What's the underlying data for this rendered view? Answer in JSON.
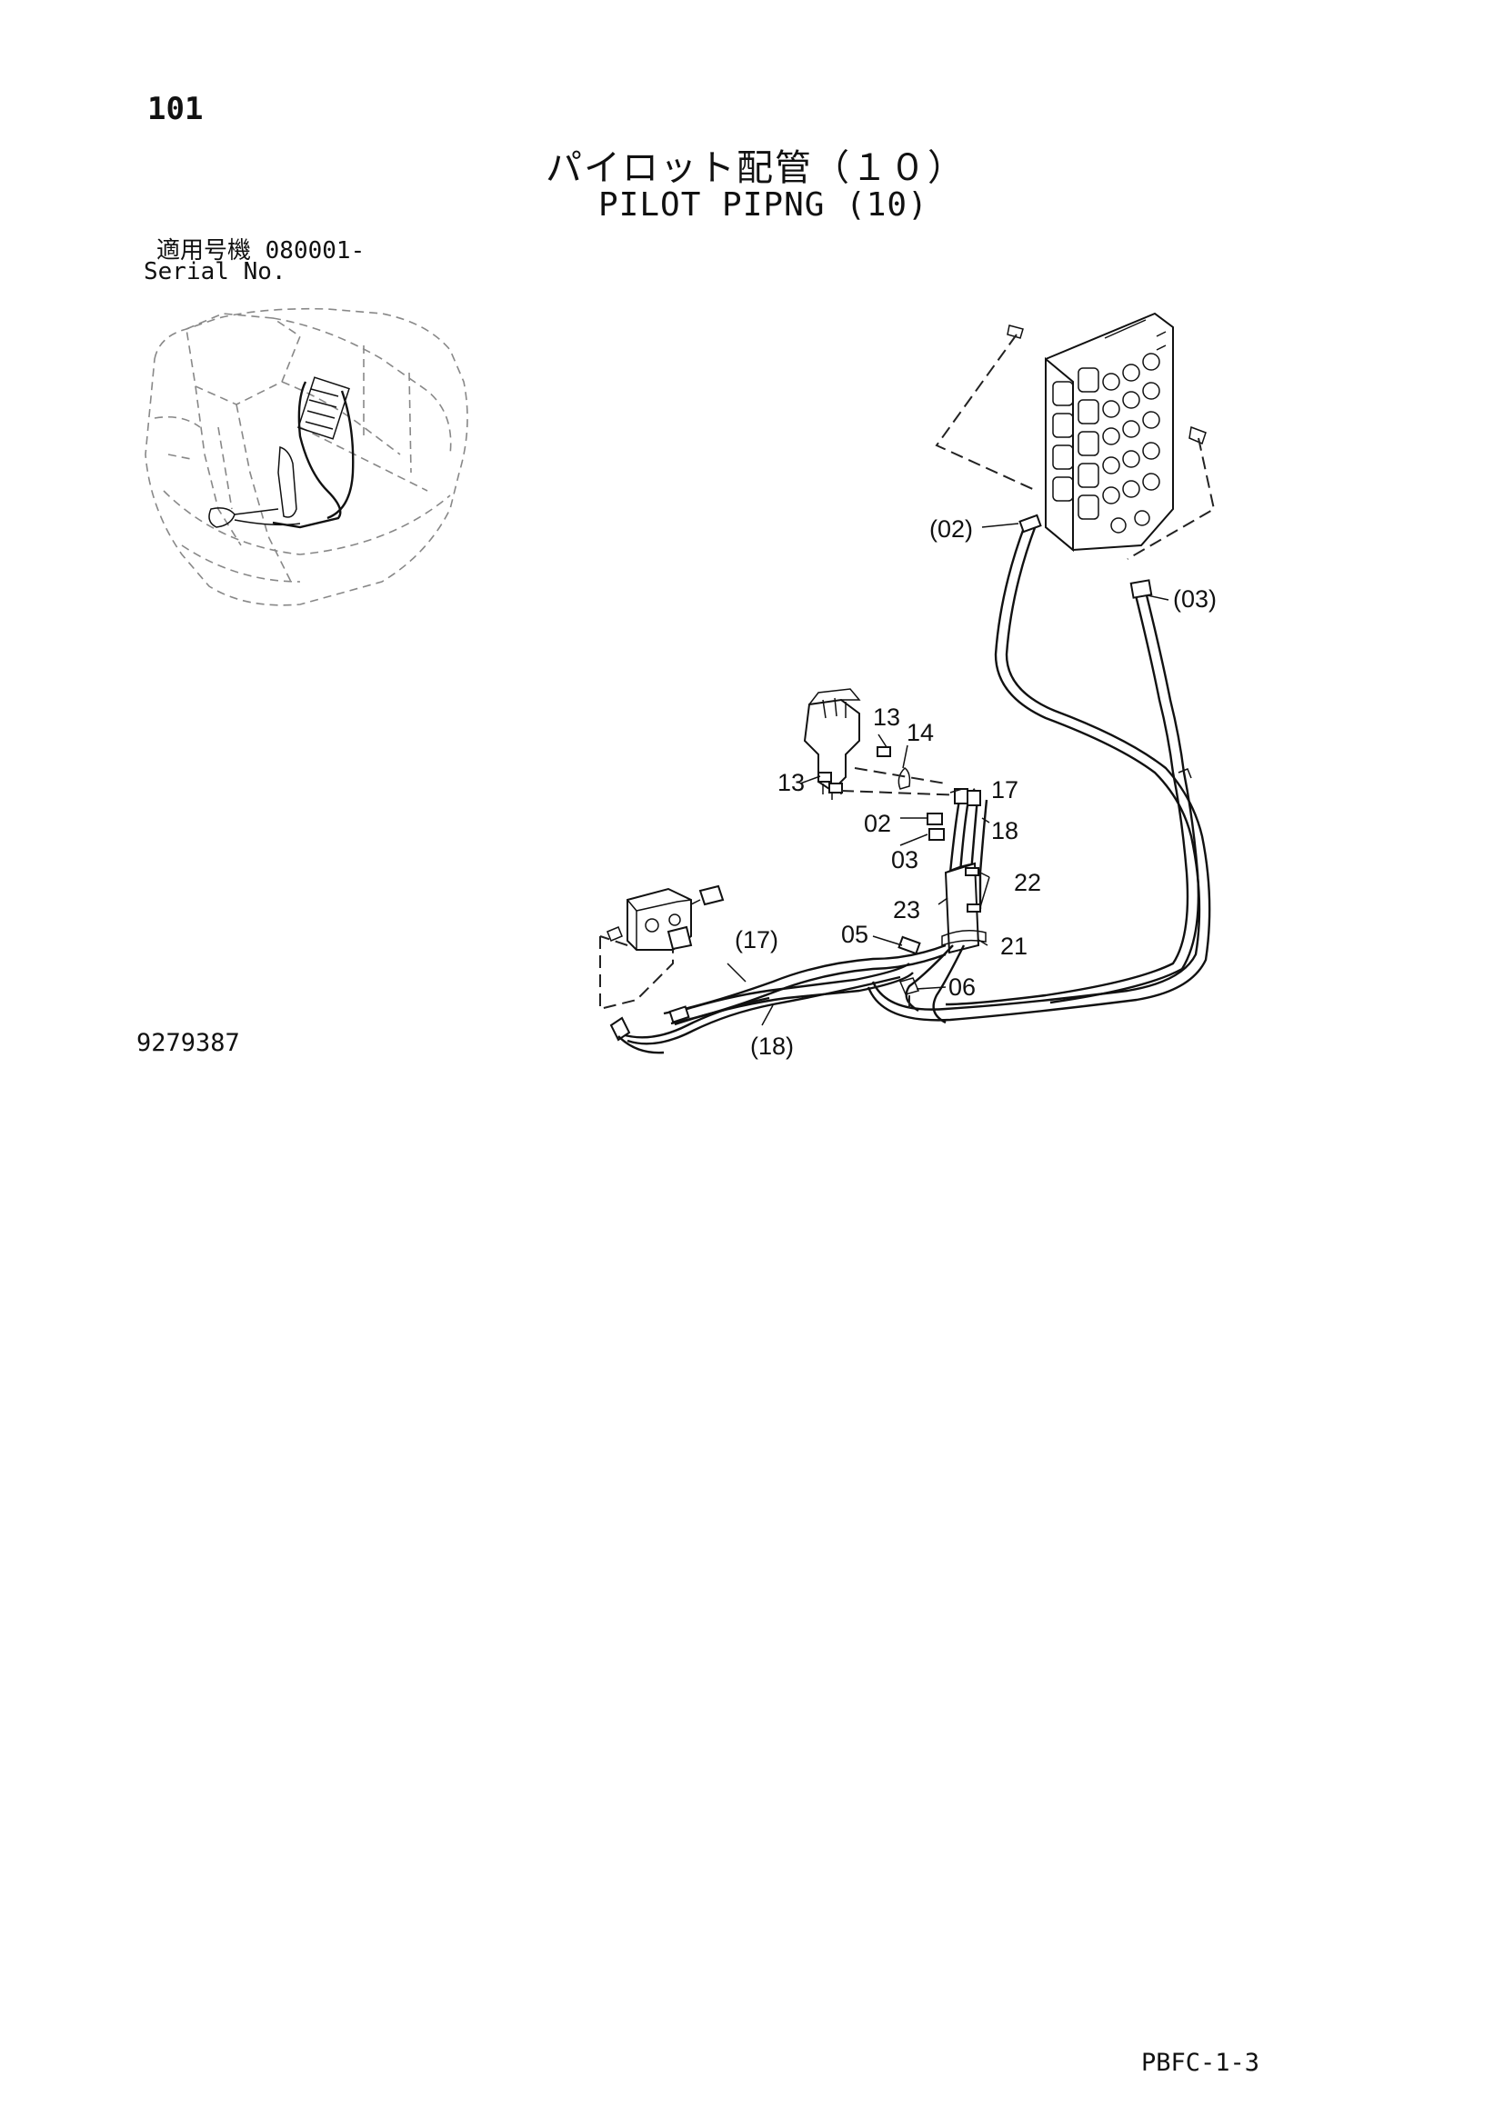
{
  "page": {
    "page_number": "101",
    "title_jp": "パイロット配管（１０）",
    "title_en": "PILOT PIPNG (10)",
    "serial_jp": "適用号機  080001-",
    "serial_en": "Serial No.",
    "drawing_number": "9279387",
    "sheet_code": "PBFC-1-3"
  },
  "callouts": [
    {
      "id": "c02p",
      "text": "(02)"
    },
    {
      "id": "c03p",
      "text": "(03)"
    },
    {
      "id": "c13a",
      "text": "13"
    },
    {
      "id": "c14",
      "text": "14"
    },
    {
      "id": "c13b",
      "text": "13"
    },
    {
      "id": "c17",
      "text": "17"
    },
    {
      "id": "c02",
      "text": "02"
    },
    {
      "id": "c18",
      "text": "18"
    },
    {
      "id": "c03",
      "text": "03"
    },
    {
      "id": "c22",
      "text": "22"
    },
    {
      "id": "c23",
      "text": "23"
    },
    {
      "id": "c05",
      "text": "05"
    },
    {
      "id": "c21",
      "text": "21"
    },
    {
      "id": "c17p",
      "text": "(17)"
    },
    {
      "id": "c06",
      "text": "06"
    },
    {
      "id": "c18p",
      "text": "(18)"
    }
  ]
}
